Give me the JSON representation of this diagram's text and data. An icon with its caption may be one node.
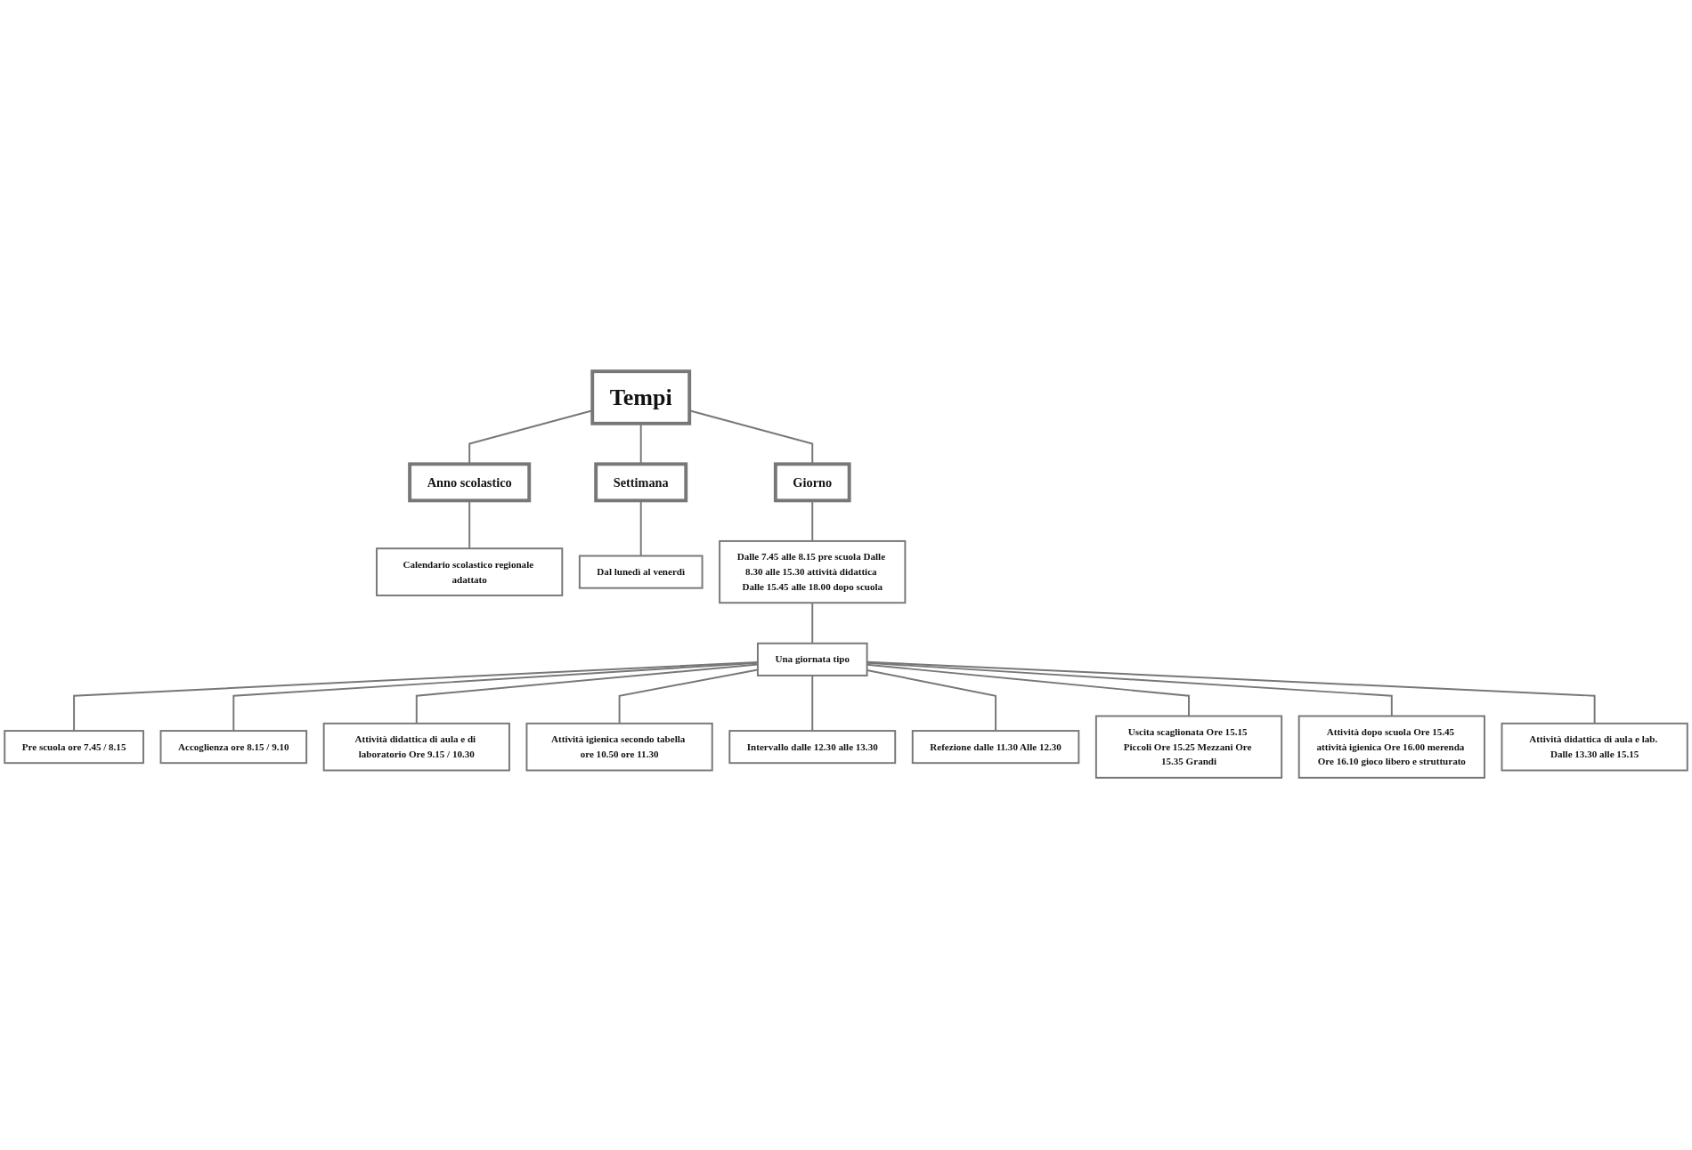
{
  "diagram": {
    "nodes": [
      {
        "text": [
          "Tempi"
        ]
      },
      {
        "text": [
          "Anno scolastico"
        ]
      },
      {
        "text": [
          "Settimana"
        ]
      },
      {
        "text": [
          "Giorno"
        ]
      },
      {
        "text": [
          "Calendario scolastico regionale adattato"
        ]
      },
      {
        "text": [
          "Dal lunedì al venerdì"
        ]
      },
      {
        "text": [
          "Dalle 7.45 alle 8.15 pre scuola Dalle 8.30 alle 15.30 attività didattica Dalle 15.45 alle 18.00 dopo scuola"
        ]
      },
      {
        "text": [
          "Una giornata tipo"
        ]
      },
      {
        "text": [
          "Pre scuola ore 7.45 / 8.15"
        ]
      },
      {
        "text": [
          "Accoglienza ore 8.15 / 9.10"
        ]
      },
      {
        "text": [
          "Attività didattica di aula e di laboratorio Ore 9.15 / 10.30"
        ]
      },
      {
        "text": [
          "Attività igienica secondo tabella ore 10.50 ore 11.30"
        ]
      },
      {
        "text": [
          "Intervallo dalle 12.30 alle 13.30"
        ]
      },
      {
        "text": [
          "Refezione dalle 11.30 Alle 12.30"
        ]
      },
      {
        "text": [
          "Uscita scaglionata Ore 15.15 Piccoli Ore 15.25 Mezzani Ore 15.35 Grandi"
        ]
      },
      {
        "text": [
          "Attività dopo scuola Ore 15.45 attività igienica Ore 16.00 merenda Ore 16.10 gioco libero e strutturato"
        ]
      },
      {
        "text": [
          "Attività didattica di aula e lab. Dalle 13.30 alle 15.15"
        ]
      }
    ],
    "edges": [
      {
        "from": 0,
        "to": 1,
        "arrow": "none"
      },
      {
        "from": 0,
        "to": 3,
        "arrow": "none"
      },
      {
        "from": 0,
        "to": 2,
        "arrow": "none"
      },
      {
        "from": 1,
        "to": 4,
        "arrow": "none"
      },
      {
        "from": 2,
        "to": 5,
        "arrow": "none"
      },
      {
        "from": 3,
        "to": 6,
        "arrow": "none"
      },
      {
        "from": 6,
        "to": 7,
        "arrow": "none"
      },
      {
        "from": 7,
        "to": 8,
        "arrow": "none"
      },
      {
        "from": 7,
        "to": 9,
        "arrow": "none"
      },
      {
        "from": 7,
        "to": 10,
        "arrow": "none"
      },
      {
        "from": 7,
        "to": 11,
        "arrow": "none"
      },
      {
        "from": 7,
        "to": 12,
        "arrow": "none"
      },
      {
        "from": 7,
        "to": 13,
        "arrow": "none"
      },
      {
        "from": 7,
        "to": 14,
        "arrow": "none"
      },
      {
        "from": 7,
        "to": 15,
        "arrow": "none"
      },
      {
        "from": 7,
        "to": 16,
        "arrow": "none"
      }
    ]
  }
}
